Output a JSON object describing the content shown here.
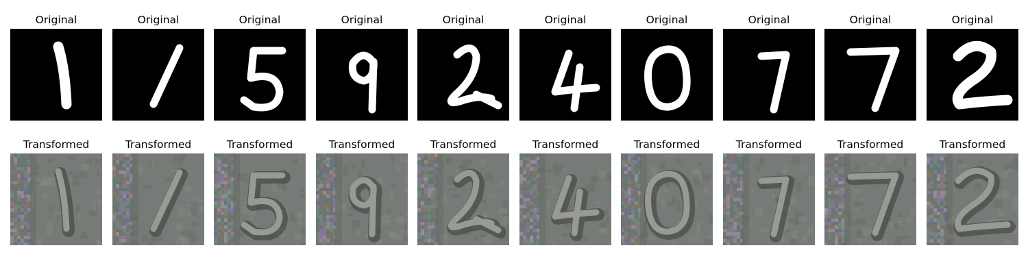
{
  "row_titles": {
    "original": "Original",
    "transformed": "Transformed"
  },
  "digits": [
    "1",
    "1",
    "5",
    "9",
    "2",
    "4",
    "0",
    "7",
    "7",
    "2"
  ],
  "colors": {
    "original_background": "#000000",
    "original_stroke": "#ffffff",
    "transformed_background": "#777b77",
    "transformed_stroke": "#b4b6b0",
    "transformed_shadow": "#3a3d3a"
  }
}
